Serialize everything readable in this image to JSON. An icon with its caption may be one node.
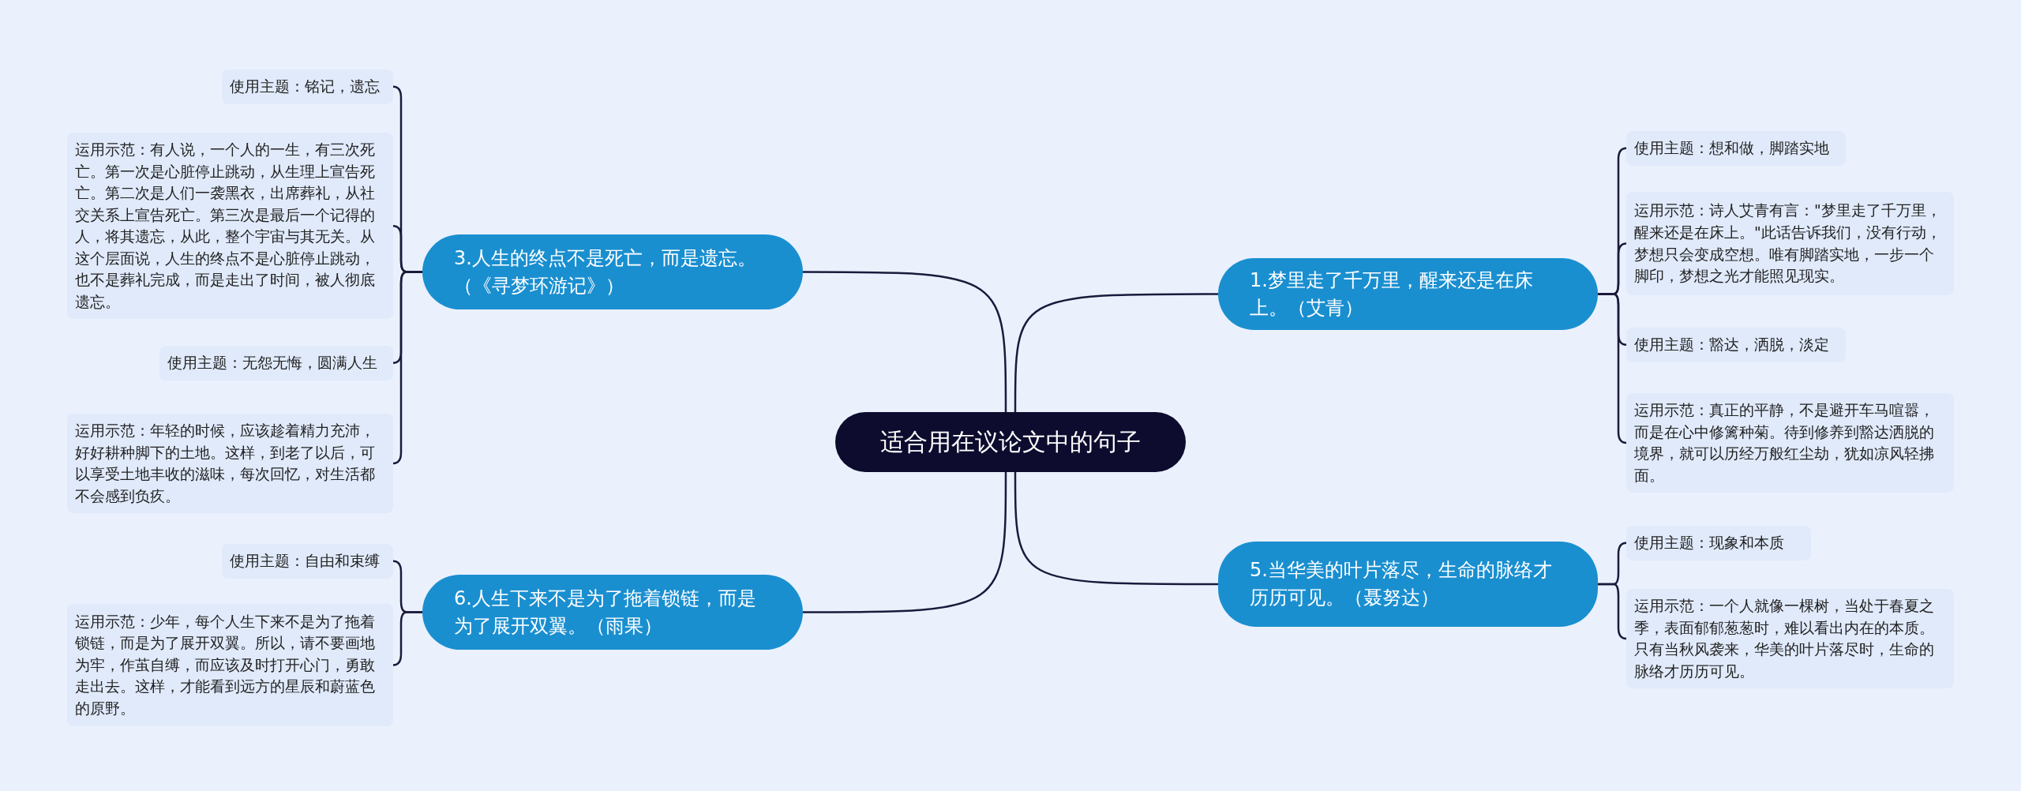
{
  "diagram": {
    "nodes": [
      {
        "text": [
          "适合用在议论文中的句子"
        ]
      },
      {
        "text": [
          "3.人生的终点不是死亡，而是遗忘。（《寻梦环游记》）"
        ]
      },
      {
        "text": [
          "使用主题：铭记，遗忘"
        ]
      },
      {
        "text": [
          "运用示范：有人说，一个人的一生，有三次死亡。第一次是心脏停止跳动，从生理上宣告死亡。第二次是人们一袭黑衣，出席葬礼，从社交关系上宣告死亡。第三次是最后一个记得的人，将其遗忘，从此，整个宇宙与其无关。从这个层面说，人生的终点不是心脏停止跳动，也不是葬礼完成，而是走出了时间，被人彻底遗忘。"
        ]
      },
      {
        "text": [
          "使用主题：无怨无悔，圆满人生"
        ]
      },
      {
        "text": [
          "运用示范：年轻的时候，应该趁着精力充沛，好好耕种脚下的土地。这样，到老了以后，可以享受土地丰收的滋味，每次回忆，对生活都不会感到负疚。"
        ]
      },
      {
        "text": [
          "6.人生下来不是为了拖着锁链，而是为了展开双翼。（雨果）"
        ]
      },
      {
        "text": [
          "使用主题：自由和束缚"
        ]
      },
      {
        "text": [
          "运用示范：少年，每个人生下来不是为了拖着锁链，而是为了展开双翼。所以，请不要画地为牢，作茧自缚，而应该及时打开心门，勇敢走出去。这样，才能看到远方的星辰和蔚蓝色的原野。"
        ]
      },
      {
        "text": [
          "1.梦里走了千万里，醒来还是在床上。（艾青）"
        ]
      },
      {
        "text": [
          "使用主题：想和做，脚踏实地"
        ]
      },
      {
        "text": [
          "运用示范：诗人艾青有言：\"梦里走了千万里，醒来还是在床上。\"此话告诉我们，没有行动，梦想只会变成空想。唯有脚踏实地，一步一个脚印，梦想之光才能照见现实。"
        ]
      },
      {
        "text": [
          "使用主题：豁达，洒脱，淡定"
        ]
      },
      {
        "text": [
          "运用示范：真正的平静，不是避开车马喧嚣，而是在心中修篱种菊。待到修养到豁达洒脱的境界，就可以历经万般红尘劫，犹如凉风轻拂面。"
        ]
      },
      {
        "text": [
          "5.当华美的叶片落尽，生命的脉络才历历可见。（聂努达）"
        ]
      },
      {
        "text": [
          "使用主题：现象和本质"
        ]
      },
      {
        "text": [
          "运用示范：一个人就像一棵树，当处于春夏之季，表面郁郁葱葱时，难以看出内在的本质。只有当秋风袭来，华美的叶片落尽时，生命的脉络才历历可见。"
        ]
      }
    ],
    "edges": [
      {
        "from": 0,
        "to": 1,
        "arrow": "none"
      },
      {
        "from": 1,
        "to": 2,
        "arrow": "none"
      },
      {
        "from": 1,
        "to": 3,
        "arrow": "none"
      },
      {
        "from": 1,
        "to": 4,
        "arrow": "none"
      },
      {
        "from": 1,
        "to": 5,
        "arrow": "none"
      },
      {
        "from": 0,
        "to": 6,
        "arrow": "none"
      },
      {
        "from": 6,
        "to": 7,
        "arrow": "none"
      },
      {
        "from": 6,
        "to": 8,
        "arrow": "none"
      },
      {
        "from": 0,
        "to": 9,
        "arrow": "none"
      },
      {
        "from": 9,
        "to": 10,
        "arrow": "none"
      },
      {
        "from": 9,
        "to": 11,
        "arrow": "none"
      },
      {
        "from": 9,
        "to": 12,
        "arrow": "none"
      },
      {
        "from": 9,
        "to": 13,
        "arrow": "none"
      },
      {
        "from": 0,
        "to": 14,
        "arrow": "none"
      },
      {
        "from": 14,
        "to": 15,
        "arrow": "none"
      },
      {
        "from": 14,
        "to": 16,
        "arrow": "none"
      }
    ]
  }
}
